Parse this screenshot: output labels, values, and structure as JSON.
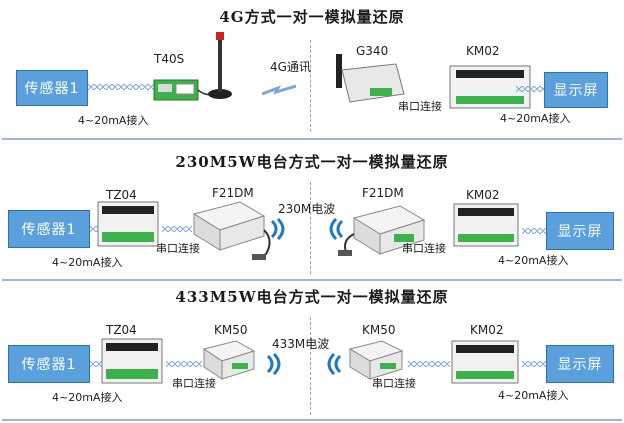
{
  "colors": {
    "box_fill": "#5aa0dd",
    "divider": "#9fb6cf",
    "wave": "#7aa6d6",
    "board_green": "#3bb34a",
    "signal": "#1e78c8"
  },
  "panels": [
    {
      "title": "4G方式一对一模拟量还原",
      "left_box": "传感器1",
      "right_box": "显示屏",
      "labels": {
        "dev_a": "T40S",
        "dev_b": "G340",
        "dev_c": "KM02",
        "link": "4G通讯",
        "in_signal": "4~20mA接入",
        "serial": "串口连接",
        "out_signal": "4~20mA接入"
      }
    },
    {
      "title": "230M5W电台方式一对一模拟量还原",
      "left_box": "传感器1",
      "right_box": "显示屏",
      "labels": {
        "dev_a": "TZ04",
        "dev_b": "F21DM",
        "link": "230M电波",
        "dev_c": "F21DM",
        "dev_d": "KM02",
        "in_signal": "4~20mA接入",
        "serial_left": "串口连接",
        "serial_right": "串口连接",
        "out_signal": "4~20mA接入"
      }
    },
    {
      "title": "433M5W电台方式一对一模拟量还原",
      "left_box": "传感器1",
      "right_box": "显示屏",
      "labels": {
        "dev_a": "TZ04",
        "dev_b": "KM50",
        "link": "433M电波",
        "dev_c": "KM50",
        "dev_d": "KM02",
        "in_signal": "4~20mA接入",
        "serial_left": "串口连接",
        "serial_right": "串口连接",
        "out_signal": "4~20mA接入"
      }
    }
  ]
}
